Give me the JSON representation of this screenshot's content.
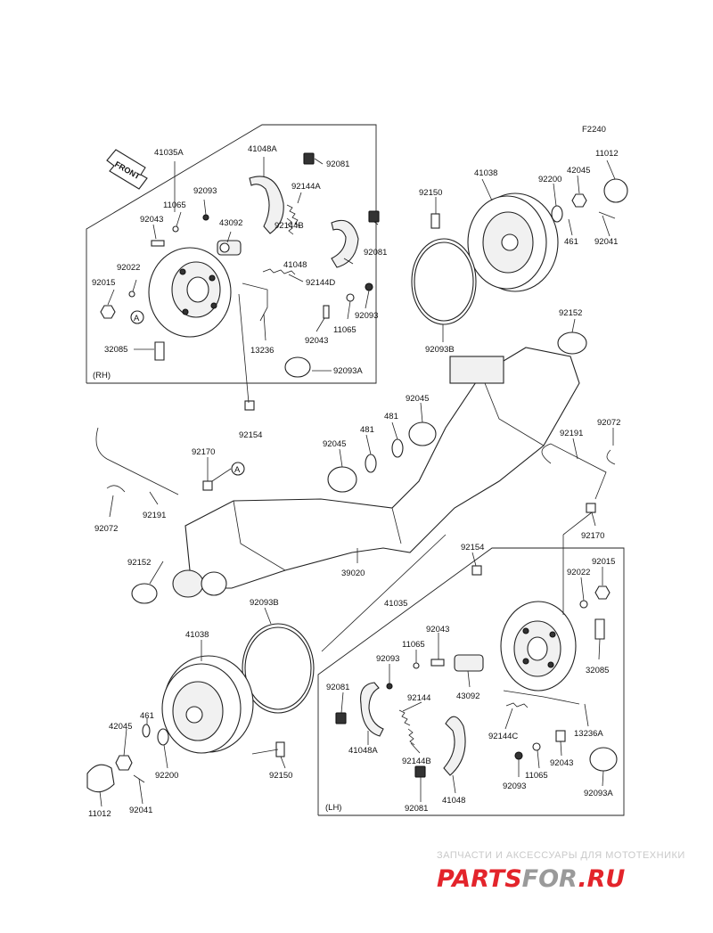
{
  "figure_code": "F2240",
  "front_label": "FRONT",
  "panels": {
    "rh": "(RH)",
    "lh": "(LH)"
  },
  "callout": "A",
  "labels": {
    "p41035A": "41035A",
    "p41048A_top": "41048A",
    "p92081_top_a": "92081",
    "p92093_top_a": "92093",
    "p92144A": "92144A",
    "p11065_top": "11065",
    "p92043_top_a": "92043",
    "p43092_top": "43092",
    "p92144B_top": "92144B",
    "p92081_top_b": "92081",
    "p92022_top": "92022",
    "p41048_top": "41048",
    "p92015_top": "92015",
    "p92144D": "92144D",
    "p92093_top_b": "92093",
    "p11065_top_b": "11065",
    "p92043_top_b": "92043",
    "p13236": "13236",
    "p32085_top": "32085",
    "p92093A_top": "92093A",
    "p92154_top": "92154",
    "p41038_top": "41038",
    "p92150_top": "92150",
    "p92093B_top": "92093B",
    "p92200_top": "92200",
    "p42045_top": "42045",
    "p11012_top": "11012",
    "p461_top": "461",
    "p92041_top": "92041",
    "p92152_top": "92152",
    "p92045_a": "92045",
    "p481_a": "481",
    "p481_b": "481",
    "p92045_b": "92045",
    "p92072_right": "92072",
    "p92191_right": "92191",
    "p92170_left": "92170",
    "p92072_left": "92072",
    "p92191_left": "92191",
    "p92170_right": "92170",
    "p92152_left": "92152",
    "p39020": "39020",
    "p92154_bot": "92154",
    "p92022_bot": "92022",
    "p92015_bot": "92015",
    "p32085_bot": "32085",
    "p41035": "41035",
    "p92093B_bot": "92093B",
    "p41038_bot": "41038",
    "p92043_bot_a": "92043",
    "p11065_bot_a": "11065",
    "p92093_bot_a": "92093",
    "p92081_bot_a": "92081",
    "p92144": "92144",
    "p43092_bot": "43092",
    "p41048A_bot": "41048A",
    "p92144C": "92144C",
    "p13236A": "13236A",
    "p92144B_bot": "92144B",
    "p41048_bot": "41048",
    "p92043_bot_b": "92043",
    "p11065_bot_b": "11065",
    "p92093_bot_b": "92093",
    "p92081_bot_b": "92081",
    "p92093A_bot": "92093A",
    "p461_bot": "461",
    "p42045_bot": "42045",
    "p92200_bot": "92200",
    "p92150_bot": "92150",
    "p11012_bot": "11012",
    "p92041_bot": "92041"
  },
  "watermark": {
    "line1": "ЗАПЧАСТИ И АКСЕССУАРЫ ДЛЯ МОТОТЕХНИКИ",
    "brand_a": "PARTS",
    "brand_b": "FOR",
    "brand_c": ".RU",
    "color_red": "#e3242b",
    "color_gray": "#9a9a9a"
  }
}
